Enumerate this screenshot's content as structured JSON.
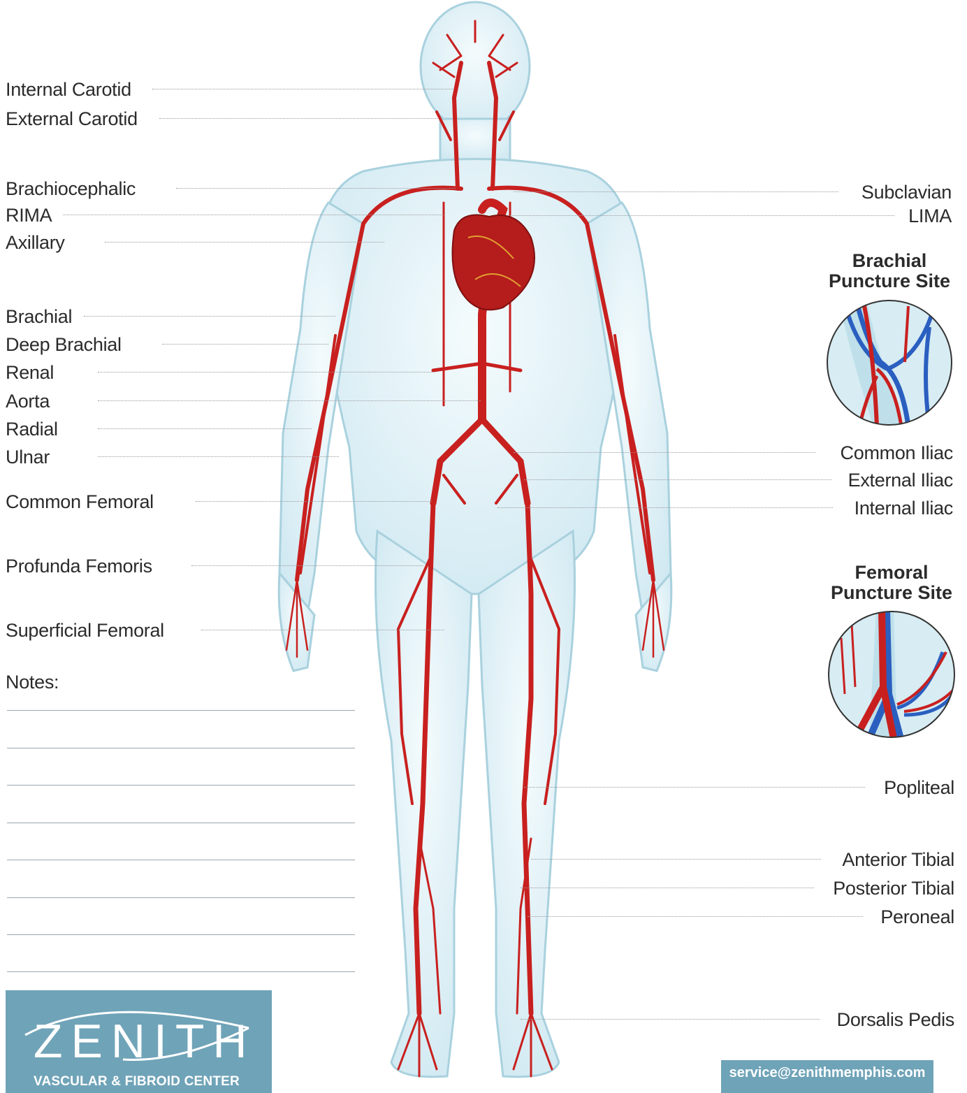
{
  "left_labels": [
    "Internal Carotid",
    "External Carotid",
    "Brachiocephalic",
    "RIMA",
    "Axillary",
    "Brachial",
    "Deep Brachial",
    "Renal",
    "Aorta",
    "Radial",
    "Ulnar",
    "Common Femoral",
    "Profunda Femoris",
    "Superficial Femoral"
  ],
  "right_labels": [
    "Subclavian",
    "LIMA",
    "Common Iliac",
    "External Iliac",
    "Internal Iliac",
    "Popliteal",
    "Anterior Tibial",
    "Posterior Tibial",
    "Peroneal",
    "Dorsalis Pedis"
  ],
  "brachial_site": {
    "line1": "Brachial",
    "line2": "Puncture Site"
  },
  "femoral_site": {
    "line1": "Femoral",
    "line2": "Puncture Site"
  },
  "notes_label": "Notes:",
  "logo": {
    "word": "ZENITH",
    "subtitle": "VASCULAR & FIBROID CENTER"
  },
  "contact": {
    "email": "service@zenithmemphis.com",
    "phone": ""
  },
  "colors": {
    "artery": "#c8201f",
    "vein": "#2a5fc0",
    "body": "#e3f2f7",
    "body_outline": "#b6d8e4",
    "brand": "#6fa3b8"
  }
}
